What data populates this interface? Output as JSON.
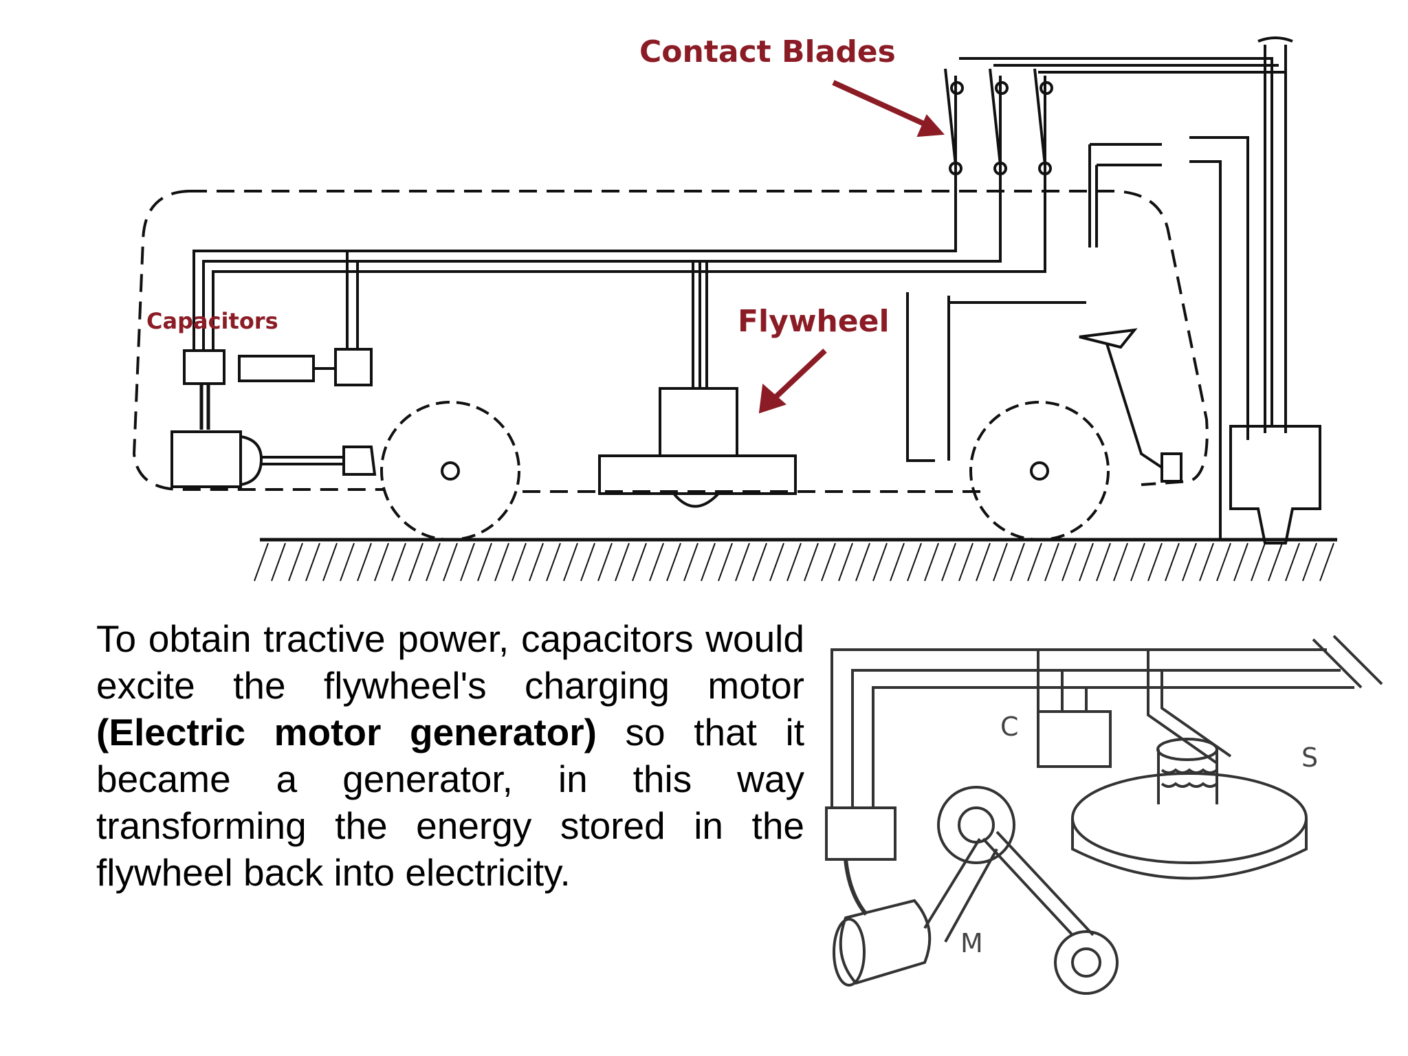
{
  "labels": {
    "contact_blades": "Contact Blades",
    "capacitors": "Capacitors",
    "flywheel": "Flywheel"
  },
  "schematic_labels": {
    "c": "C",
    "s": "S",
    "m": "M"
  },
  "description": {
    "part1": "To obtain tractive power, capacitors would excite the flywheel's charging motor ",
    "bold": "(Electric motor generator)",
    "part2": " so that it became a generator, in this way transforming the energy stored in the flywheel back into electricity."
  },
  "colors": {
    "label": "#8b1c25",
    "arrow": "#8b1c25",
    "line": "#111111"
  }
}
